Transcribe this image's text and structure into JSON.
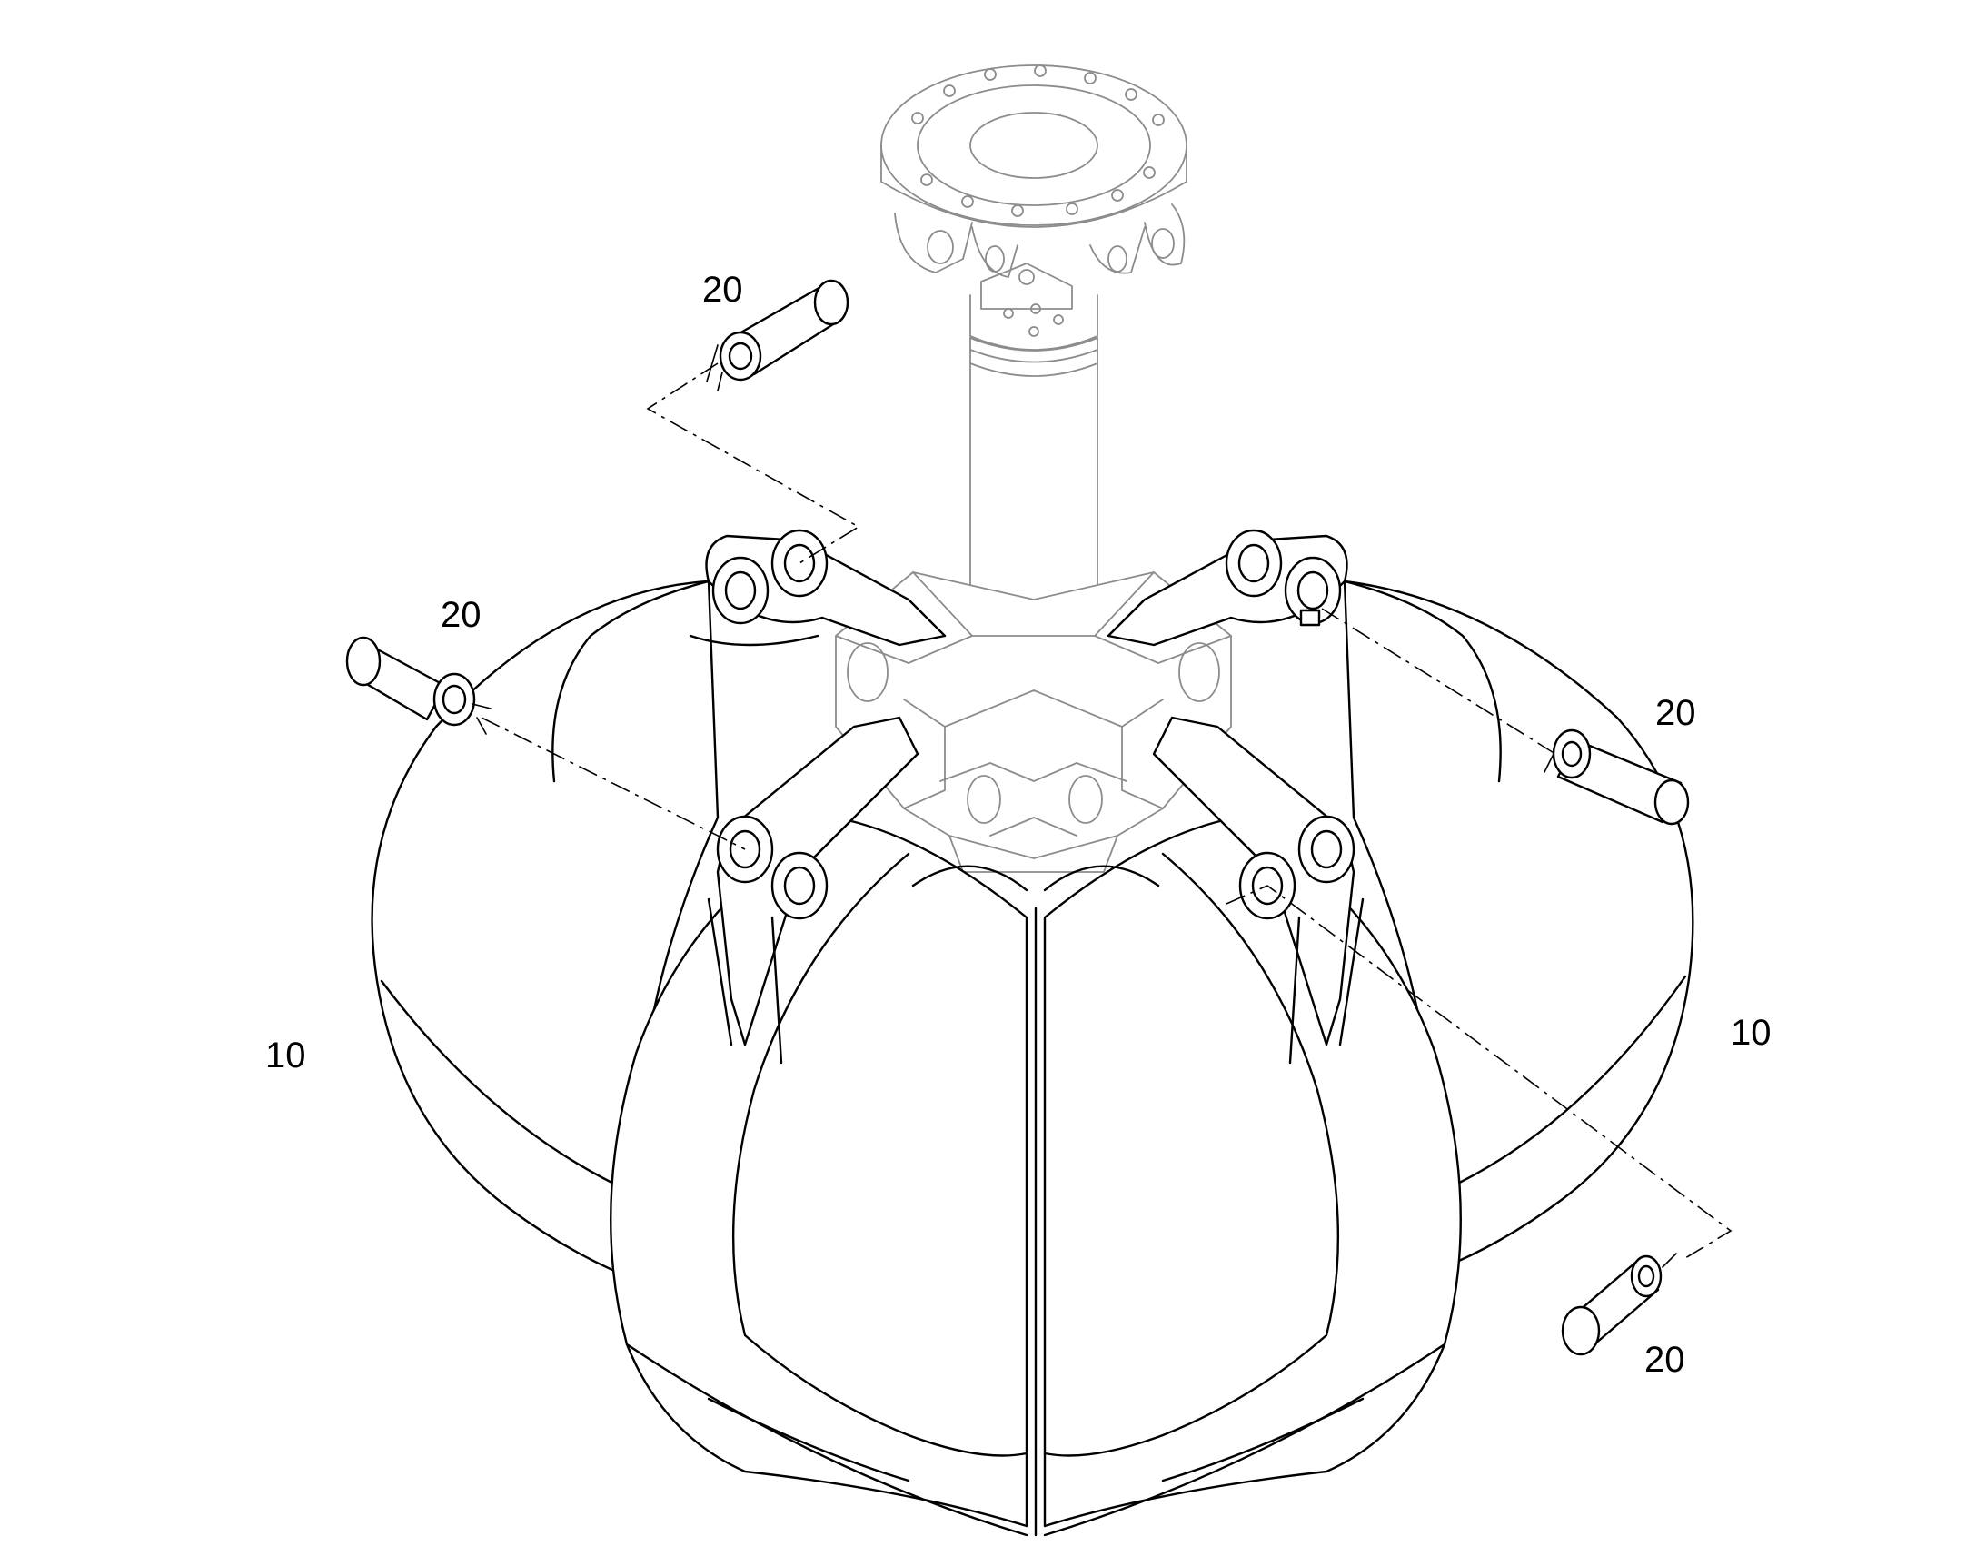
{
  "callouts": {
    "pin_top_left": "20",
    "pin_mid_left": "20",
    "pin_mid_right": "20",
    "pin_bottom_right": "20",
    "shell_left": "10",
    "shell_right": "10"
  },
  "colors": {
    "line": "#000000",
    "ghost_line": "#8c8c8c",
    "background": "#ffffff"
  }
}
